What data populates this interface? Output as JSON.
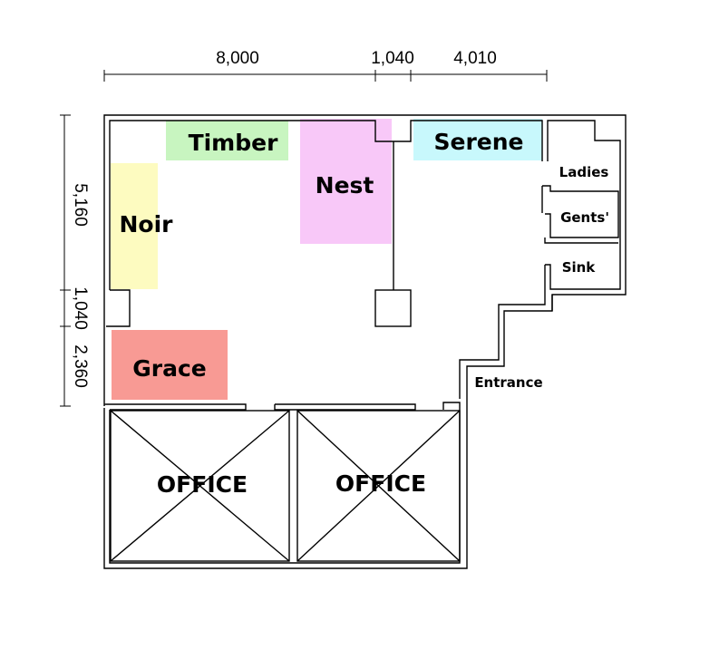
{
  "dimensions": {
    "top": [
      "8,000",
      "1,040",
      "4,010"
    ],
    "left": [
      "5,160",
      "1,040",
      "2,360"
    ]
  },
  "rooms": {
    "timber": {
      "label": "Timber",
      "color": "#c8f5c0"
    },
    "noir": {
      "label": "Noir",
      "color": "#fdfbc0"
    },
    "nest": {
      "label": "Nest",
      "color": "#f8c8f8"
    },
    "serene": {
      "label": "Serene",
      "color": "#c8f8fc"
    },
    "grace": {
      "label": "Grace",
      "color": "#f89a94"
    }
  },
  "facilities": {
    "ladies": "Ladies",
    "gents": "Gents'",
    "sink": "Sink",
    "entrance": "Entrance"
  },
  "offices": [
    "OFFICE",
    "OFFICE"
  ]
}
